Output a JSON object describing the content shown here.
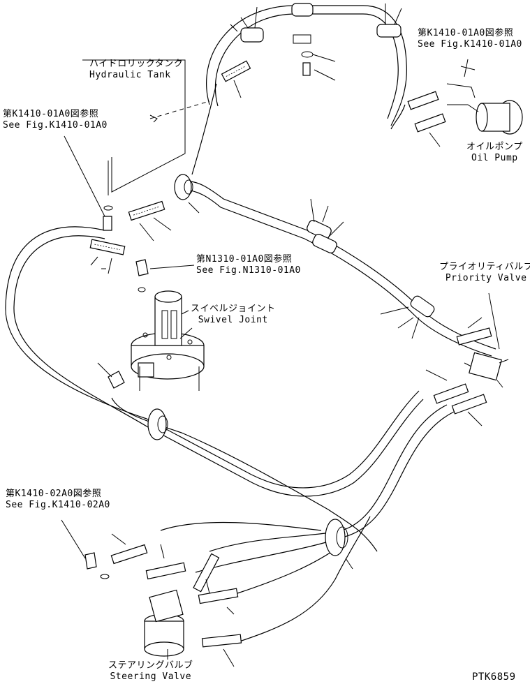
{
  "labels": {
    "hydraulic_tank": {
      "jp": "ハイドロリックタンク",
      "en": "Hydraulic Tank"
    },
    "oil_pump": {
      "jp": "オイルポンプ",
      "en": "Oil Pump"
    },
    "swivel_joint": {
      "jp": "スイベルジョイント",
      "en": "Swivel Joint"
    },
    "priority_valve": {
      "jp": "プライオリティバルブ",
      "en": "Priority Valve"
    },
    "steering_valve": {
      "jp": "ステアリングバルブ",
      "en": "Steering Valve"
    }
  },
  "references": {
    "ref_top_right": {
      "jp": "第K1410-01A0図参照",
      "en": "See Fig.K1410-01A0"
    },
    "ref_left": {
      "jp": "第K1410-01A0図参照",
      "en": "See Fig.K1410-01A0"
    },
    "ref_middle": {
      "jp": "第N1310-01A0図参照",
      "en": "See Fig.N1310-01A0"
    },
    "ref_bottom_left": {
      "jp": "第K1410-02A0図参照",
      "en": "See Fig.K1410-02A0"
    }
  },
  "drawing_id": "PTK6859"
}
